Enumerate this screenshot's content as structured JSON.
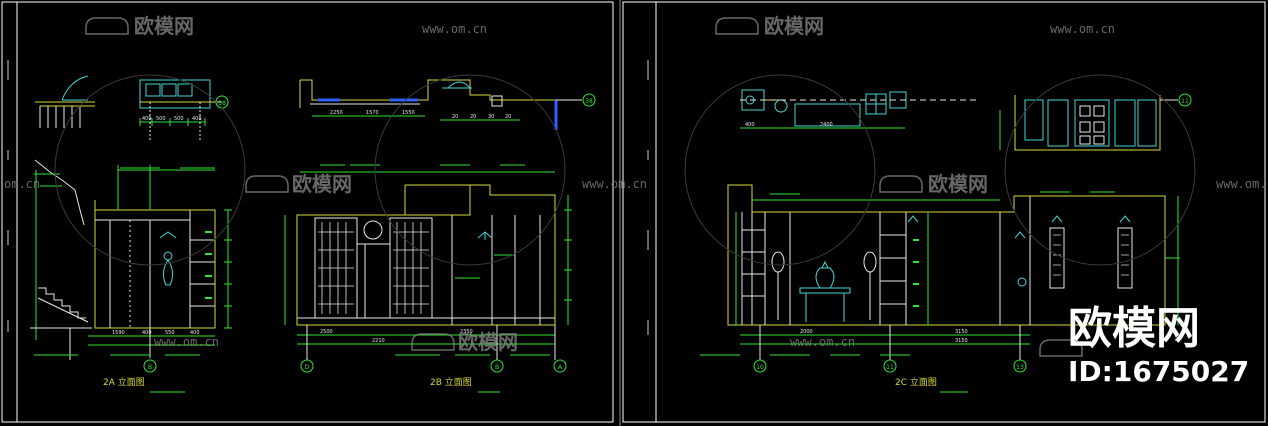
{
  "colors": {
    "background": "#000000",
    "frame": "#ffffff",
    "wall": "#d8d83a",
    "dim": "#2fe62f",
    "cyan": "#43d6d6",
    "white": "#e8e8e8",
    "label": "#d8d83a",
    "watermark": "#8a8a8a",
    "blue": "#3060ff"
  },
  "watermark": {
    "brand": "欧模网",
    "url": "www.om.cn",
    "url_partial": "om.cn"
  },
  "sheets": {
    "left": {
      "drawing_titles": [
        "2A 立面图",
        "2B 立面图"
      ],
      "grid_markers": [
        "B",
        "D",
        "B",
        "A"
      ],
      "plan_markers": [
        "18",
        "38"
      ],
      "dims_plan_left": [
        "400",
        "500",
        "500",
        "400"
      ],
      "dims_plan_right": [
        "2250",
        "1570",
        "1550",
        "20",
        "20",
        "30",
        "20"
      ],
      "dims_elev_a": [
        "1590",
        "400",
        "550",
        "400"
      ],
      "dims_elev_b": [
        "2500",
        "2210",
        "2350"
      ]
    },
    "right": {
      "drawing_titles": [
        "2C 立面图"
      ],
      "grid_markers": [
        "10",
        "11",
        "13"
      ],
      "plan_markers": [
        "11"
      ],
      "dims_plan_left": [
        "400",
        "2400"
      ],
      "dims_elev": [
        "2000",
        "3150",
        "3150"
      ]
    }
  },
  "brand_overlay": {
    "name": "欧模网",
    "id": "ID:1675027"
  }
}
